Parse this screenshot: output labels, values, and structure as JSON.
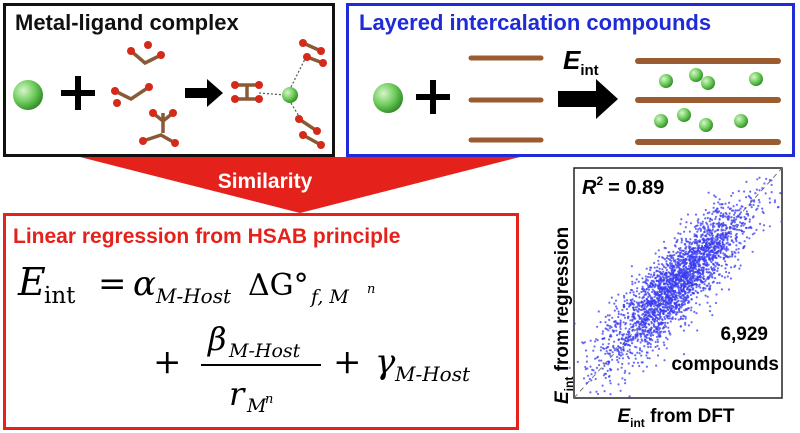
{
  "panels": {
    "metal_ligand": {
      "title": "Metal-ligand complex"
    },
    "layered": {
      "title": "Layered intercalation compounds",
      "arrow_symbol": "E",
      "arrow_subscript": "int"
    },
    "regression": {
      "title": "Linear regression from HSAB principle",
      "equation": {
        "lhs_E": "E",
        "lhs_sub": "int",
        "equals": "=",
        "alpha": "α",
        "alpha_sub": "M-Host",
        "delta": "ΔG°",
        "delta_sub": "f, M",
        "delta_sup": "n",
        "plus1": "+",
        "beta": "β",
        "beta_sub": "M-Host",
        "r": "r",
        "r_sub": "M",
        "r_sup": "n",
        "plus2": "+",
        "gamma": "γ",
        "gamma_sub": "M-Host"
      }
    }
  },
  "similarity": {
    "label": "Similarity"
  },
  "colors": {
    "metal": "#58c24a",
    "ligand_bond": "#8a5a36",
    "oxygen": "#d42a1a",
    "graphene": "#9b5b30",
    "accent_blue": "#1f2bd6",
    "accent_red": "#e5211b",
    "scatter": "#3a3cf0"
  },
  "chart_data": {
    "type": "scatter",
    "title": "",
    "xlabel": "E int from DFT",
    "ylabel": "E int from regression",
    "annotation_r2": {
      "label": "R",
      "sup": "2",
      "value": "= 0.89"
    },
    "annotation_count": {
      "count": "6,929",
      "unit": "compounds"
    },
    "diagonal_reference_line": true,
    "point_count": 6929,
    "distribution": "dense elongated cloud along y = x"
  },
  "chart_labels": {
    "x_E": "E",
    "x_sub": "int",
    "x_rest": " from DFT",
    "y_E": "E",
    "y_sub": "int",
    "y_rest": " from regression"
  }
}
